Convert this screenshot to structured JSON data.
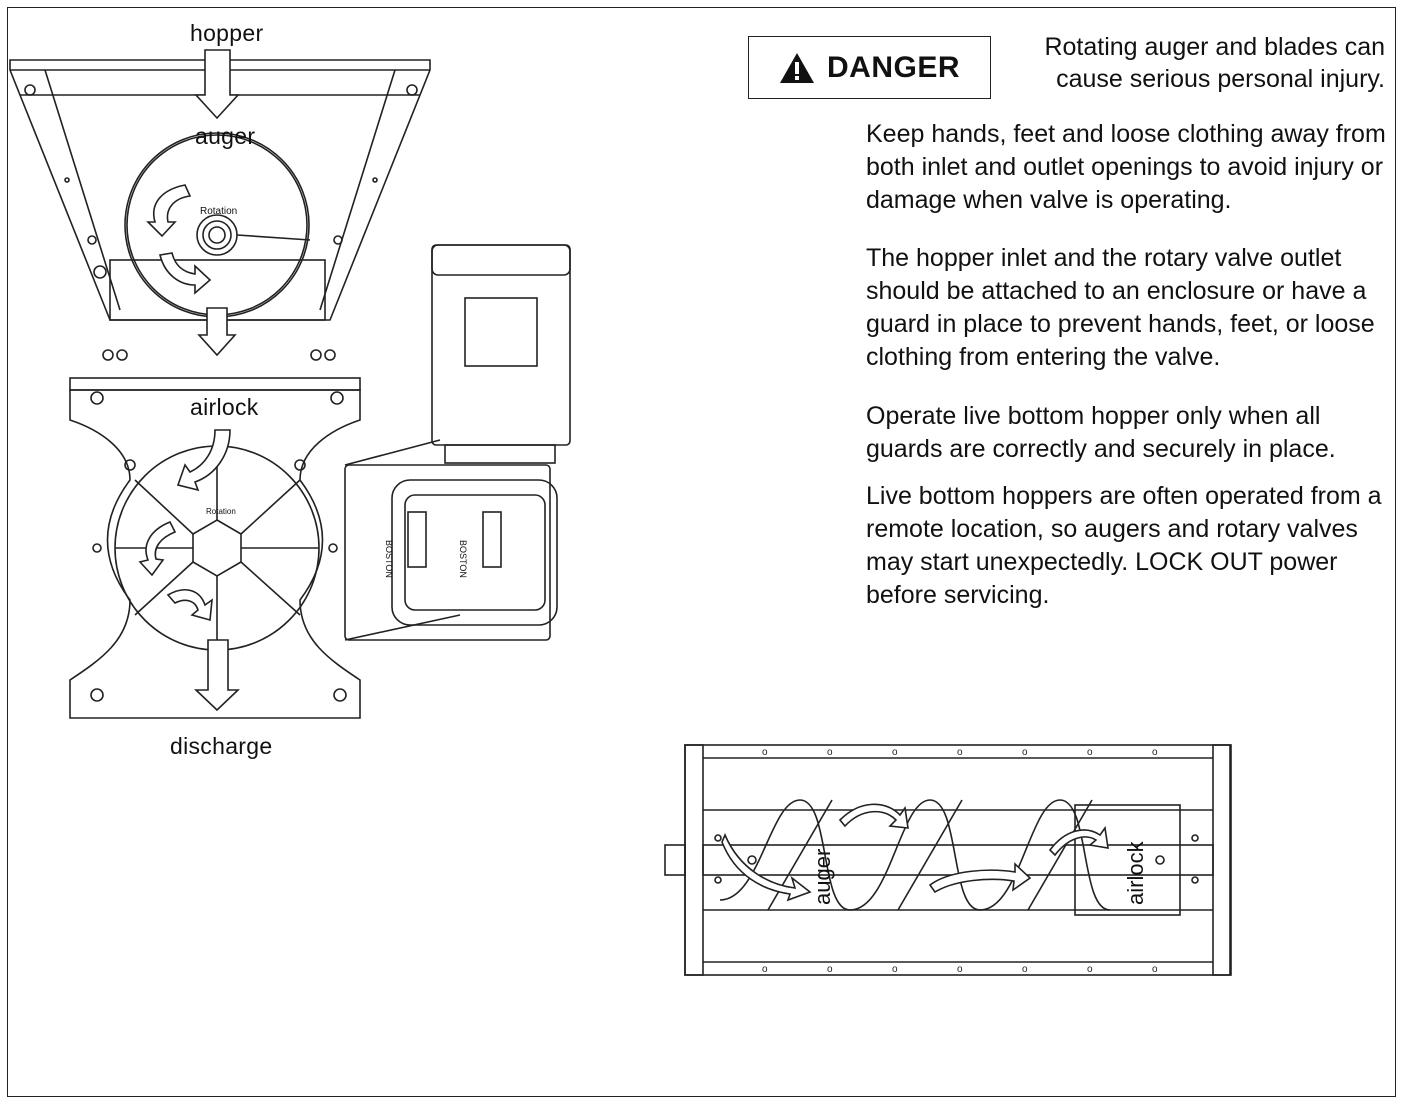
{
  "labels": {
    "hopper": "hopper",
    "auger": "auger",
    "rotation_auger": "Rotation",
    "airlock": "airlock",
    "rotation_airlock": "Rotation",
    "discharge": "discharge",
    "brand": "BOSTON",
    "side_auger": "auger",
    "side_airlock": "airlock"
  },
  "warning": {
    "signal_word": "DANGER",
    "headline": "Rotating auger and blades can cause serious personal injury.",
    "paragraphs": [
      "Keep hands, feet and loose clothing away from both inlet and outlet openings to avoid injury or damage when valve is operating.",
      "The hopper inlet and the rotary valve outlet should be attached to an enclosure or have a guard in place to prevent hands, feet, or loose clothing from entering the valve.",
      "Operate live bottom hopper only when all guards are correctly and securely in place.",
      "Live bottom hoppers are often operated from a remote location, so augers and rotary valves may start unexpectedly.  LOCK OUT power before servicing."
    ]
  },
  "colors": {
    "line": "#222222",
    "text": "#111111",
    "background": "#ffffff"
  },
  "icons": [
    "warning-triangle-icon",
    "flow-arrow-icon",
    "rotation-arrow-icon"
  ]
}
